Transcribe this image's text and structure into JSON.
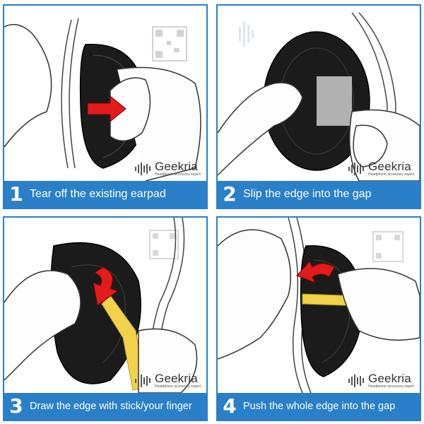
{
  "brand": {
    "name": "Geekria",
    "tagline": "Headphone accessory expert"
  },
  "steps": [
    {
      "number": "1",
      "text": "Tear off the existing earpad"
    },
    {
      "number": "2",
      "text": "Slip the edge into the gap"
    },
    {
      "number": "3",
      "text": "Draw the edge with stick/your finger"
    },
    {
      "number": "4",
      "text": "Push  the whole edge into the gap"
    }
  ],
  "colors": {
    "caption_bg": "#2a7fc9",
    "arrow": "#e21b1b",
    "earpad": "#1b1b1b",
    "stick": "#f1d24a"
  }
}
